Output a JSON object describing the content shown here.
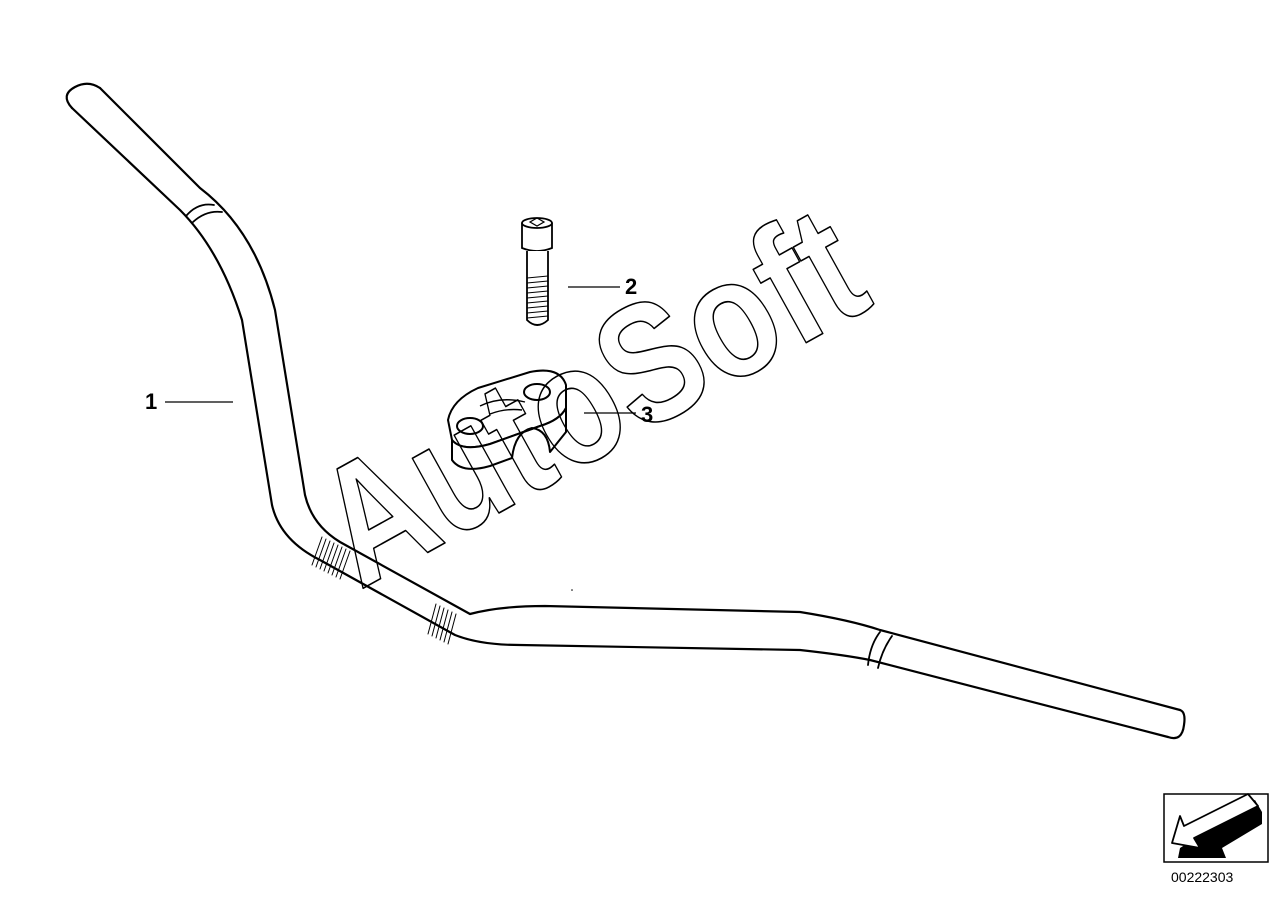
{
  "diagram": {
    "callouts": [
      {
        "number": "1"
      },
      {
        "number": "2"
      },
      {
        "number": "3"
      }
    ],
    "diagram_id": "00222303",
    "watermark": "AutoSoft",
    "icons": [
      "handlebar-drawing",
      "bolt-drawing",
      "clamp-drawing",
      "direction-arrow-icon"
    ]
  }
}
